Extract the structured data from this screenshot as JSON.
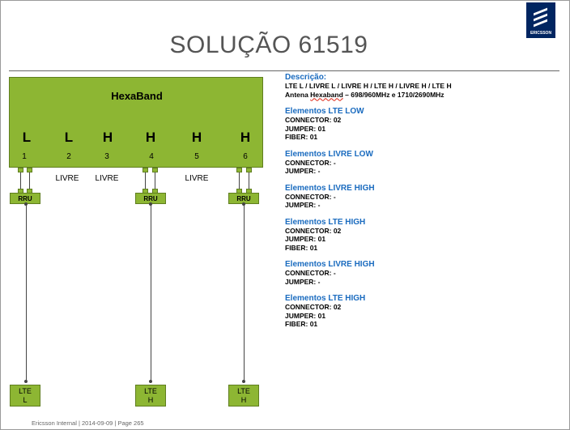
{
  "title": "SOLUÇÃO 61519",
  "logo_text": "ERICSSON",
  "brand_colors": {
    "green": "#8db633",
    "logo_blue": "#002561",
    "heading_blue": "#1a6bbf"
  },
  "antenna": {
    "title": "HexaBand",
    "bands": [
      {
        "letter": "L",
        "number": "1"
      },
      {
        "letter": "L",
        "number": "2"
      },
      {
        "letter": "H",
        "number": "3"
      },
      {
        "letter": "H",
        "number": "4"
      },
      {
        "letter": "H",
        "number": "5"
      },
      {
        "letter": "H",
        "number": "6"
      }
    ],
    "livre_labels": [
      "LIVRE",
      "LIVRE",
      "LIVRE"
    ]
  },
  "rru": {
    "label": "RRU"
  },
  "lte_boxes": [
    {
      "line1": "LTE",
      "line2": "L"
    },
    {
      "line1": "LTE",
      "line2": "H"
    },
    {
      "line1": "LTE",
      "line2": "H"
    }
  ],
  "description": {
    "heading": "Descrição:",
    "line1": "LTE L / LIVRE L / LIVRE H / LTE H / LIVRE H / LTE H",
    "line2_prefix": "Antena ",
    "line2_word": "Hexaband",
    "line2_suffix": " – 698/960MHz  e  1710/2690MHz"
  },
  "sections": [
    {
      "title": "Elementos LTE LOW",
      "lines": [
        "CONNECTOR: 02",
        "JUMPER: 01",
        "FIBER: 01"
      ]
    },
    {
      "title": "Elementos LIVRE LOW",
      "lines": [
        "CONNECTOR: -",
        "JUMPER: -"
      ]
    },
    {
      "title": "Elementos LIVRE HIGH",
      "lines": [
        "CONNECTOR: -",
        "JUMPER: -"
      ]
    },
    {
      "title": "Elementos LTE HIGH",
      "lines": [
        "CONNECTOR: 02",
        "JUMPER: 01",
        "FIBER: 01"
      ]
    },
    {
      "title": "Elementos LIVRE HIGH",
      "lines": [
        "CONNECTOR: -",
        "JUMPER: -"
      ]
    },
    {
      "title": "Elementos LTE HIGH",
      "lines": [
        "CONNECTOR: 02",
        "JUMPER: 01",
        "FIBER: 01"
      ]
    }
  ],
  "footer": "Ericsson Internal  |  2014-09-09  |  Page 265"
}
